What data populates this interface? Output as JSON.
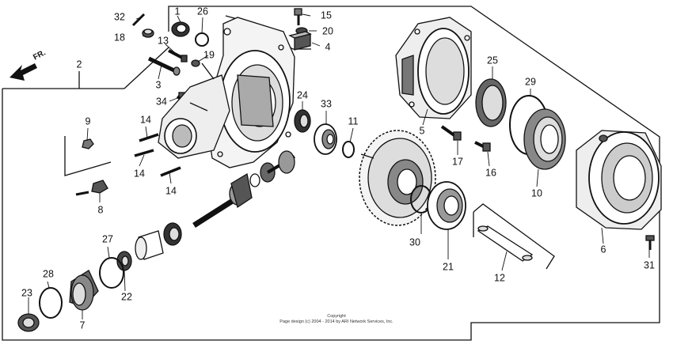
{
  "direction_label": "FR.",
  "copyright": {
    "line1": "Copyright",
    "line2": "Page design (c) 2004 - 2014 by ARI Network Services, Inc."
  },
  "callouts": [
    {
      "id": "1",
      "text": "1"
    },
    {
      "id": "2",
      "text": "2"
    },
    {
      "id": "3",
      "text": "3"
    },
    {
      "id": "4",
      "text": "4"
    },
    {
      "id": "5",
      "text": "5"
    },
    {
      "id": "6",
      "text": "6"
    },
    {
      "id": "7",
      "text": "7"
    },
    {
      "id": "8",
      "text": "8"
    },
    {
      "id": "9",
      "text": "9"
    },
    {
      "id": "10",
      "text": "10"
    },
    {
      "id": "11",
      "text": "11"
    },
    {
      "id": "12",
      "text": "12"
    },
    {
      "id": "13",
      "text": "13"
    },
    {
      "id": "14a",
      "text": "14"
    },
    {
      "id": "14b",
      "text": "14"
    },
    {
      "id": "14c",
      "text": "14"
    },
    {
      "id": "15",
      "text": "15"
    },
    {
      "id": "16",
      "text": "16"
    },
    {
      "id": "17",
      "text": "17"
    },
    {
      "id": "18",
      "text": "18"
    },
    {
      "id": "19",
      "text": "19"
    },
    {
      "id": "20",
      "text": "20"
    },
    {
      "id": "21",
      "text": "21"
    },
    {
      "id": "22",
      "text": "22"
    },
    {
      "id": "23",
      "text": "23"
    },
    {
      "id": "24",
      "text": "24"
    },
    {
      "id": "25",
      "text": "25"
    },
    {
      "id": "26",
      "text": "26"
    },
    {
      "id": "27",
      "text": "27"
    },
    {
      "id": "28",
      "text": "28"
    },
    {
      "id": "29",
      "text": "29"
    },
    {
      "id": "30",
      "text": "30"
    },
    {
      "id": "31",
      "text": "31"
    },
    {
      "id": "32",
      "text": "32"
    },
    {
      "id": "33",
      "text": "33"
    },
    {
      "id": "34",
      "text": "34"
    }
  ]
}
